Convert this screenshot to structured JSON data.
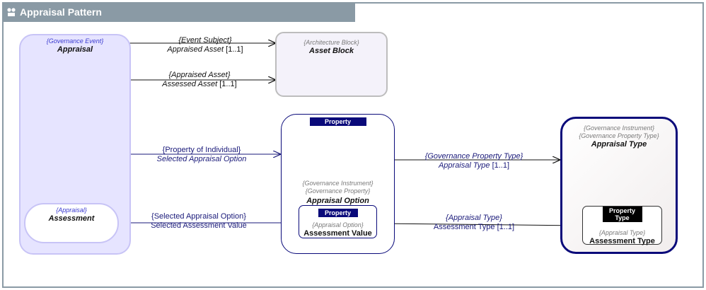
{
  "diagram": {
    "title": "Appraisal Pattern"
  },
  "nodes": {
    "appraisal": {
      "stereotype": "{Governance Event}",
      "name": "Appraisal"
    },
    "assessment": {
      "stereotype": "{Appraisal}",
      "name": "Assessment"
    },
    "asset_block": {
      "stereotype": "{Architecture Block}",
      "name": "Asset Block"
    },
    "appraisal_option": {
      "tag": "Property",
      "stereotype_1": "{Governance Instrument}",
      "stereotype_2": "{Governance Property}",
      "name": "Appraisal Option"
    },
    "assessment_value": {
      "tag": "Property",
      "stereotype": "{Appraisal Option}",
      "name": "Assessment Value"
    },
    "appraisal_type": {
      "stereotype_1": "{Governance Instrument}",
      "stereotype_2": "{Governance Property Type}",
      "name": "Appraisal Type"
    },
    "assessment_type": {
      "tag": "Property Type",
      "stereotype": "{Appraisal Type}",
      "name": "Assessment Type"
    }
  },
  "connectors": [
    {
      "stereotype": "{Event Subject}",
      "role": "Appraised Asset",
      "mult": "[1..1]"
    },
    {
      "stereotype": "{Appraised Asset}",
      "role": "Assessed Asset",
      "mult": "[1..1]"
    },
    {
      "stereotype": "{Property of Individual}",
      "role": "Selected Appraisal Option",
      "mult": ""
    },
    {
      "stereotype": "{Governance Property Type}",
      "role": "Appraisal Type",
      "mult": "[1..1]"
    },
    {
      "stereotype": "{Selected Appraisal Option}",
      "role": "Selected Assessment Value",
      "mult": ""
    },
    {
      "stereotype": "{Appraisal Type}",
      "role": "Assessment Type",
      "mult": "[1..1]"
    }
  ],
  "colors": {
    "frame": "#8a9aa5",
    "event_fill": "#e6e4ff",
    "event_border": "#c8c4f6",
    "navy": "#0a0a7a",
    "arrow": "#1a1a7a"
  }
}
